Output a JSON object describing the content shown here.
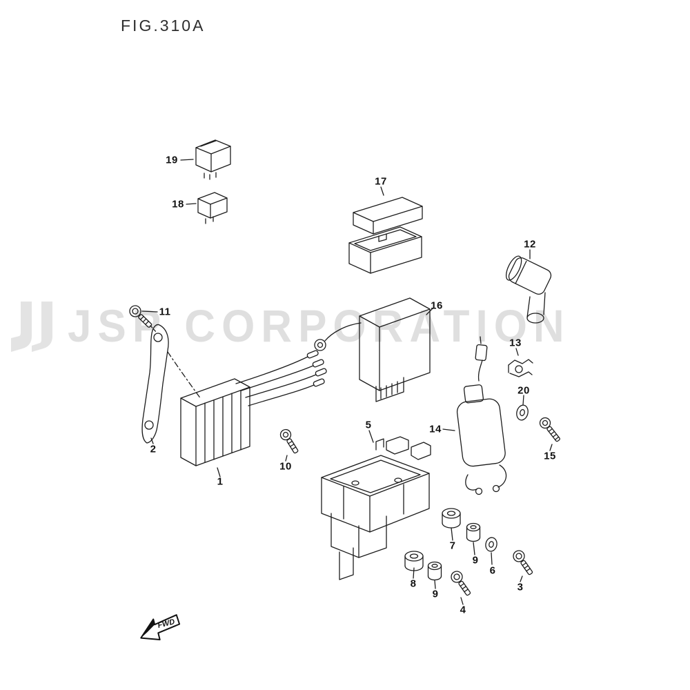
{
  "figure": {
    "title": "FIG.310A"
  },
  "watermark": {
    "text": "JSP CORPORATION",
    "logo_icon": "jsp-monogram",
    "color": "#d9d9d9"
  },
  "fwd": {
    "label": "FWD"
  },
  "parts": {
    "p1": {
      "label": "1"
    },
    "p2": {
      "label": "2"
    },
    "p3": {
      "label": "3"
    },
    "p4": {
      "label": "4"
    },
    "p5": {
      "label": "5"
    },
    "p6": {
      "label": "6"
    },
    "p7": {
      "label": "7"
    },
    "p8": {
      "label": "8"
    },
    "p9": {
      "label": "9"
    },
    "p10": {
      "label": "10"
    },
    "p11": {
      "label": "11"
    },
    "p12": {
      "label": "12"
    },
    "p13": {
      "label": "13"
    },
    "p14": {
      "label": "14"
    },
    "p15": {
      "label": "15"
    },
    "p16": {
      "label": "16"
    },
    "p17": {
      "label": "17"
    },
    "p18": {
      "label": "18"
    },
    "p19": {
      "label": "19"
    },
    "p20": {
      "label": "20"
    }
  }
}
